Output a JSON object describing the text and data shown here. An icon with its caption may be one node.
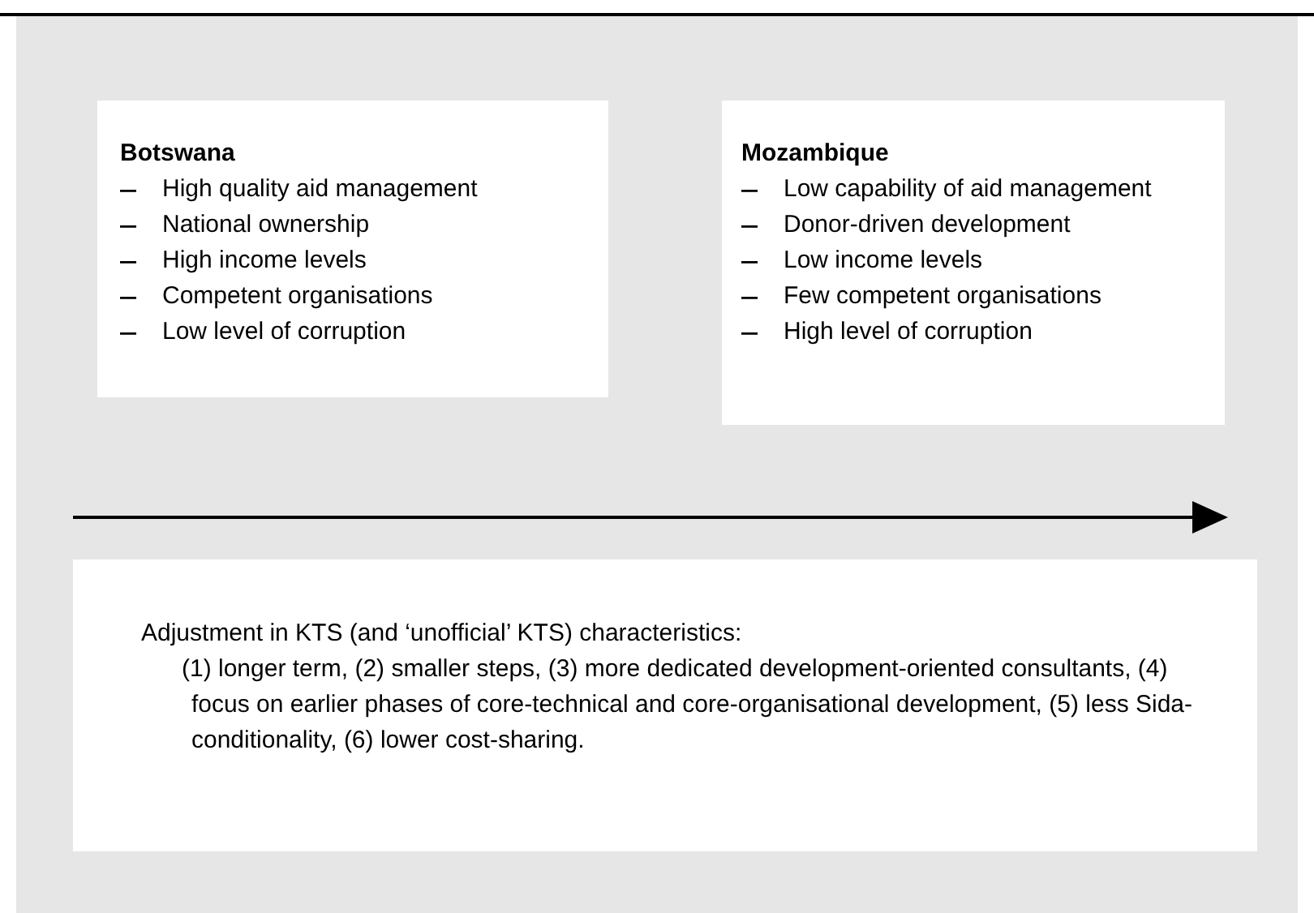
{
  "diagram": {
    "nodes": [
      {
        "text": [
          "Botswana",
          "High quality aid management",
          "National ownership",
          "High income levels",
          "Competent organisations",
          "Low level of corruption"
        ]
      },
      {
        "text": [
          "Mozambique",
          "Low capability of aid management",
          "Donor-driven development",
          "Low income levels",
          "Few competent organisations",
          "High level of corruption"
        ]
      },
      {
        "text": [
          "Adjustment in KTS (and ‘unofficial’ KTS) characteristics:",
          "(1) longer term, (2) smaller steps, (3) more dedicated development-oriented consultants, (4) focus on earlier phases of core-technical and core-organisational development, (5) less Sida-conditionality, (6) lower cost-sharing."
        ]
      }
    ]
  }
}
